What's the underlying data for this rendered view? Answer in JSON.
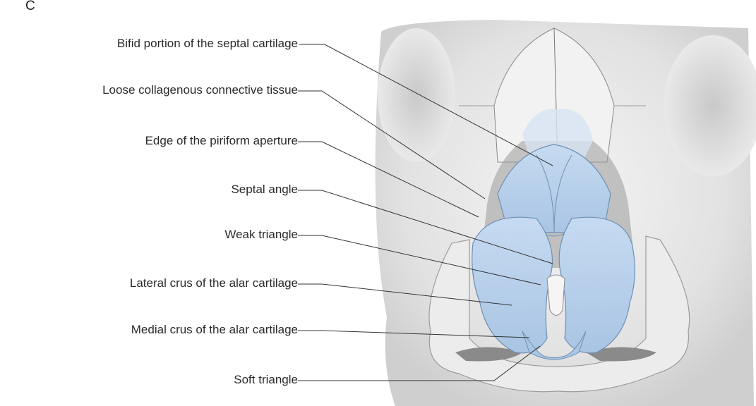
{
  "figure": {
    "panel_letter": "C",
    "labels": [
      "Bifid portion of the septal cartilage",
      "Loose collagenous connective tissue",
      "Edge of the piriform aperture",
      "Septal angle",
      "Weak triangle",
      "Lateral crus of the alar cartilage",
      "Medial crus of the alar cartilage",
      "Soft triangle"
    ]
  },
  "colors": {
    "cartilage": "#b9d0ea",
    "cartilage_edge": "#6f8fb3",
    "skin": "#e6e6e6",
    "skin_shadow": "#bdbdbd",
    "leader_line": "#333333"
  }
}
